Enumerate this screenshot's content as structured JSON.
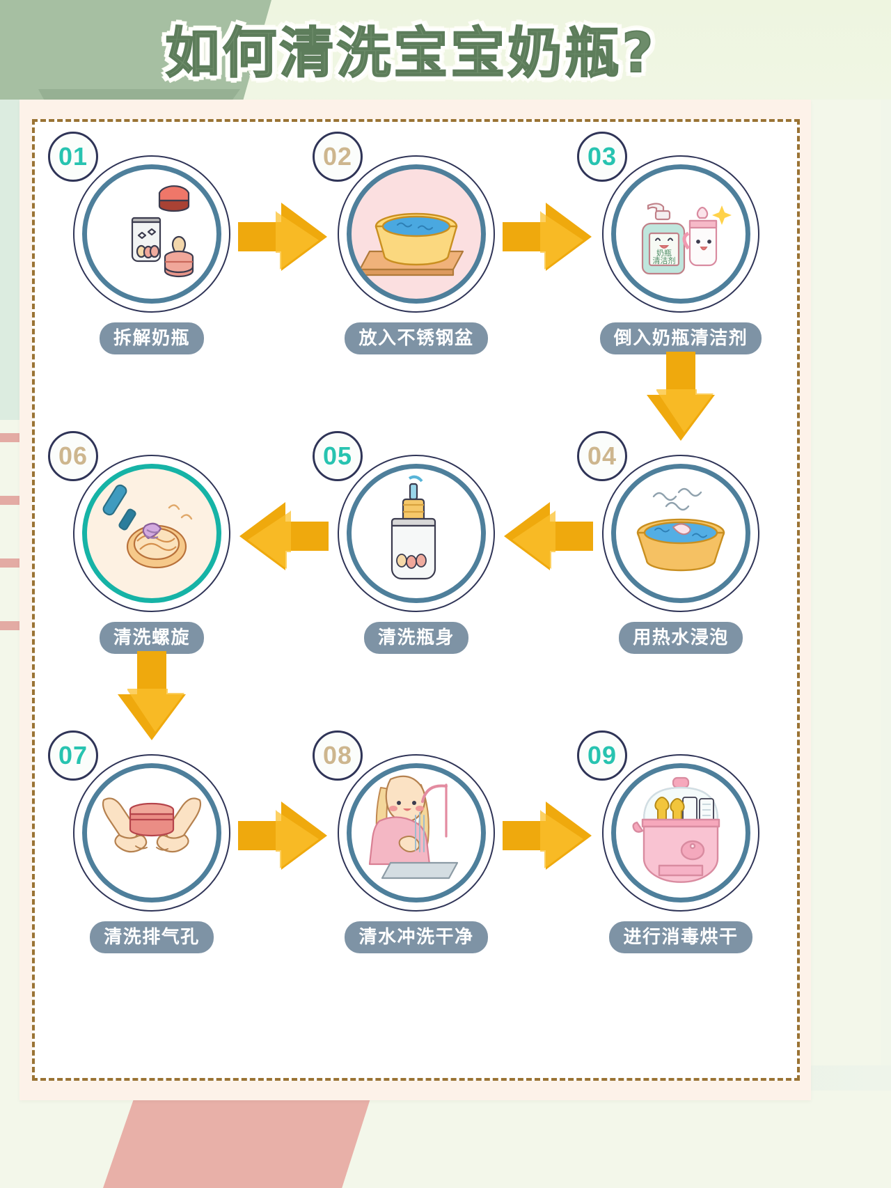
{
  "title": "如何清洗宝宝奶瓶?",
  "theme": {
    "title_color": "#6d8c6a",
    "badge_teal": "#27c3b0",
    "badge_tan": "#cdb68e",
    "badge_border": "#2f3457",
    "circle_ring": "#4e7f9b",
    "circle_ring_alt": "#16b3a6",
    "label_pill": "#7e93a5",
    "label_text": "#ffffff",
    "arrow_gold": "#efa90d",
    "arrow_gold_light": "#fbc02d",
    "card_bg": "#fdf2e9",
    "card_border_dashed": "#9a7334",
    "page_bg": "#f3f7ea",
    "mint_block": "#a6bfa2",
    "pink_stripe": "#e3aba4"
  },
  "steps": [
    {
      "number": "01",
      "number_color": "teal",
      "label": "拆解奶瓶",
      "art": "bottle-parts",
      "ring": "default",
      "fill": "white"
    },
    {
      "number": "02",
      "number_color": "tan",
      "label": "放入不锈钢盆",
      "art": "basin-on-board",
      "ring": "default",
      "fill": "pink"
    },
    {
      "number": "03",
      "number_color": "teal",
      "label": "倒入奶瓶清洁剂",
      "art": "detergent-bottle",
      "ring": "default",
      "fill": "white"
    },
    {
      "number": "04",
      "number_color": "tan",
      "label": "用热水浸泡",
      "art": "hot-water-basin",
      "ring": "default",
      "fill": "white"
    },
    {
      "number": "05",
      "number_color": "teal",
      "label": "清洗瓶身",
      "art": "brush-in-bottle",
      "ring": "default",
      "fill": "white"
    },
    {
      "number": "06",
      "number_color": "tan",
      "label": "清洗螺旋",
      "art": "brush-threads",
      "ring": "teal",
      "fill": "cream"
    },
    {
      "number": "07",
      "number_color": "teal",
      "label": "清洗排气孔",
      "art": "hands-nipple",
      "ring": "default",
      "fill": "white"
    },
    {
      "number": "08",
      "number_color": "tan",
      "label": "清水冲洗干净",
      "art": "rinse-under-tap",
      "ring": "default",
      "fill": "white"
    },
    {
      "number": "09",
      "number_color": "teal",
      "label": "进行消毒烘干",
      "art": "sterilizer",
      "ring": "default",
      "fill": "white"
    }
  ],
  "arrows": [
    {
      "name": "arrow-01-to-02",
      "direction": "right"
    },
    {
      "name": "arrow-02-to-03",
      "direction": "right"
    },
    {
      "name": "arrow-03-to-04",
      "direction": "down"
    },
    {
      "name": "arrow-04-to-05",
      "direction": "left"
    },
    {
      "name": "arrow-05-to-06",
      "direction": "left"
    },
    {
      "name": "arrow-06-to-07",
      "direction": "down"
    },
    {
      "name": "arrow-07-to-08",
      "direction": "right"
    },
    {
      "name": "arrow-08-to-09",
      "direction": "right"
    }
  ],
  "art_text": {
    "detergent_line1": "奶瓶",
    "detergent_line2": "清洁剂"
  }
}
